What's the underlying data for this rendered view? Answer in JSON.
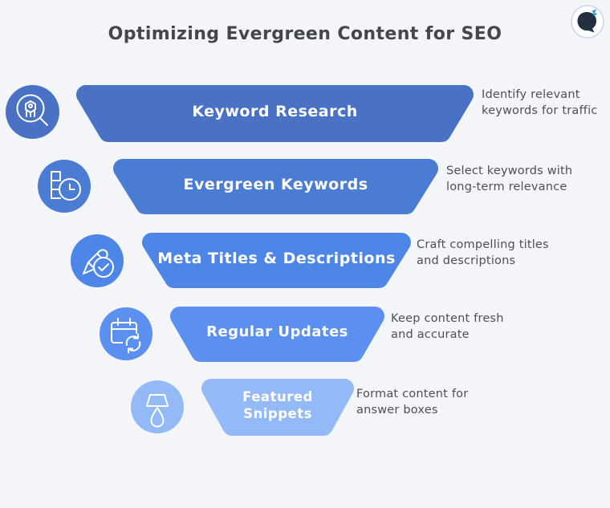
{
  "page": {
    "title": "Optimizing Evergreen Content for SEO",
    "background_color": "#f3f5f9",
    "title_color": "#43474c",
    "description_text_color": "#4c5055"
  },
  "logo": {
    "name": "head-profile-with-butterfly",
    "ring_color": "#c9d7ef",
    "silhouette_color": "#243040",
    "butterfly_color": "#39a0dc"
  },
  "funnel": {
    "stages": [
      {
        "label": "Keyword Research",
        "description": "Identify relevant\nkeywords for traffic",
        "color": "#4a72c4",
        "icon": "user-search-icon"
      },
      {
        "label": "Evergreen Keywords",
        "description": "Select keywords with\nlong-term relevance",
        "color": "#4b7cd3",
        "icon": "schedule-list-icon"
      },
      {
        "label": "Meta Titles & Descriptions",
        "description": "Craft compelling titles\nand descriptions",
        "color": "#4d86e6",
        "icon": "pencil-check-icon"
      },
      {
        "label": "Regular Updates",
        "description": "Keep content fresh\nand accurate",
        "color": "#5b90f1",
        "icon": "calendar-refresh-icon"
      },
      {
        "label": "Featured Snippets",
        "description": "Format content for\nanswer boxes",
        "color": "#93b9f7",
        "icon": "lamp-icon"
      }
    ]
  }
}
